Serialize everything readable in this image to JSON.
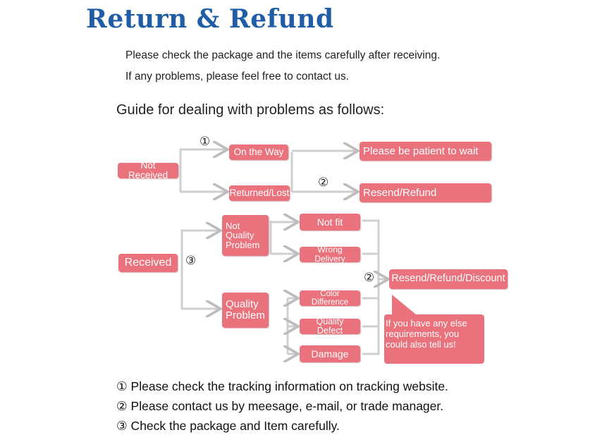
{
  "title": "Return & Refund",
  "intro": [
    "Please check the package and the items carefully after receiving.",
    "If any problems, please feel free to contact us."
  ],
  "guide_heading": "Guide for dealing with problems as follows:",
  "flow": {
    "not_received": "Not Received",
    "on_the_way": "On the Way",
    "returned_lost": "Returned/Lost",
    "be_patient": "Please be patient to wait",
    "resend_refund": "Resend/Refund",
    "received": "Received",
    "not_quality_problem": "Not\nQuality\nProblem",
    "quality_problem": "Quality\nProblem",
    "not_fit": "Not fit",
    "wrong_delivery": "Wrong Delivery",
    "color_difference": "Color Difference",
    "quality_defect": "Quality Defect",
    "damage": "Damage",
    "resend_refund_discount": "Resend/Refund/Discount",
    "speech": "If you have any else requirements, you could also tell us!",
    "mark1": "①",
    "mark2": "②",
    "mark3": "③"
  },
  "notes": [
    "① Please check the tracking information on tracking website.",
    "② Please contact us by meesage, e-mail, or trade manager.",
    "③ Check the package and Item carefully."
  ],
  "colors": {
    "title": "#1f5ea6",
    "box": "#e9727c",
    "line": "#c9c9c9"
  }
}
